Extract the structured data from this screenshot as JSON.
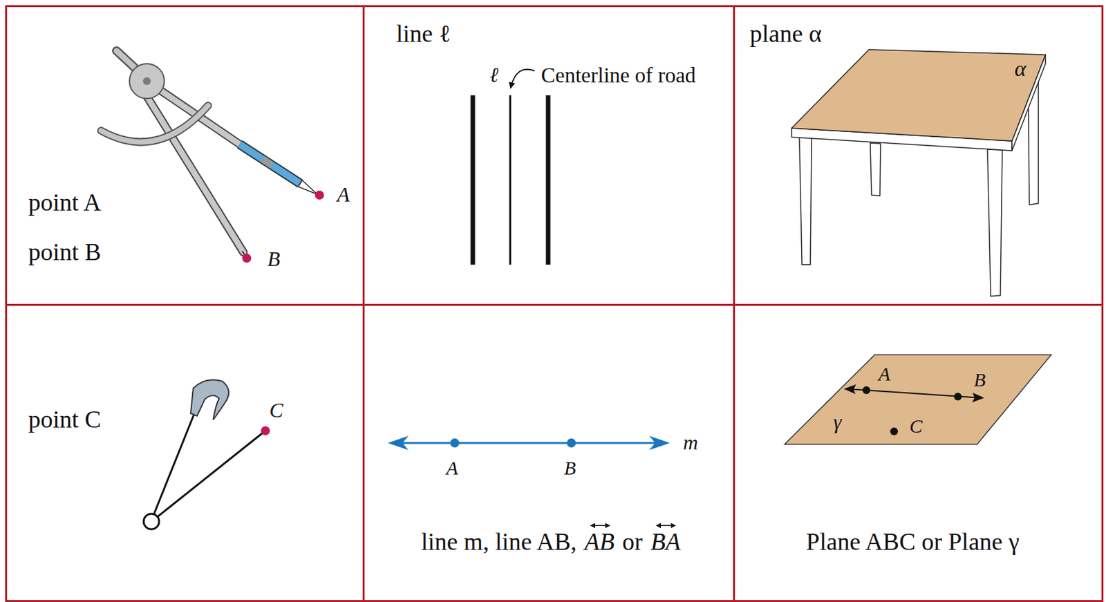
{
  "diagram": {
    "nodes": [
      {
        "text": [
          "point A",
          "point B",
          "A",
          "B"
        ]
      },
      {
        "text": [
          "line ℓ",
          "ℓ",
          "Centerline of road"
        ]
      },
      {
        "text": [
          "plane α",
          "α"
        ]
      },
      {
        "text": [
          "point C",
          "C"
        ]
      },
      {
        "text": [
          "m",
          "A",
          "B",
          "line m, line AB,",
          "AB",
          "or",
          "BA"
        ]
      },
      {
        "text": [
          "A",
          "B",
          "γ",
          "C",
          "Plane ABC or Plane γ"
        ]
      }
    ]
  }
}
